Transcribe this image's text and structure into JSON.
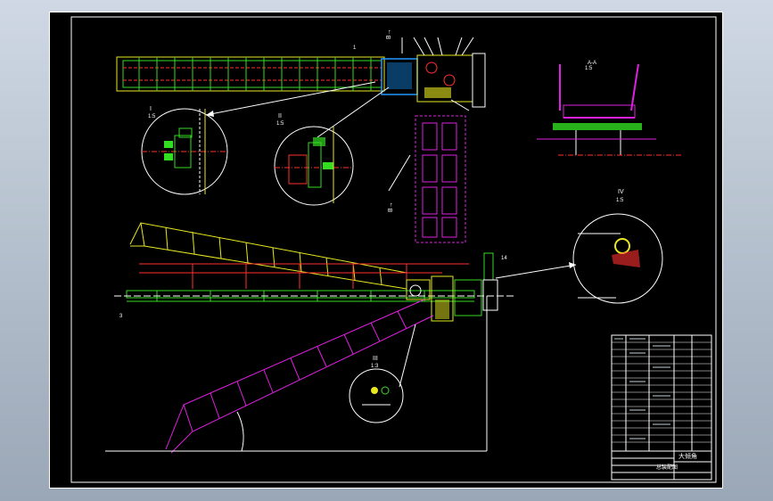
{
  "labels": {
    "dir_top": "B→",
    "section_aa": "A-A",
    "detail_i": "I",
    "detail_i_scale": "1:5",
    "detail_ii": "II",
    "detail_ii_scale": "1:5",
    "detail_iii": "III",
    "detail_iii_scale": "1:3",
    "detail_iv": "IV",
    "detail_iv_scale": "1:5",
    "section_scale": "1:5",
    "dir_mid": "B→",
    "callout_1": "1",
    "callout_14": "14",
    "callout_3": "3"
  },
  "title_block": {
    "drawing_title": "大倾角",
    "drawing_subtitle": "总装配图"
  },
  "colors": {
    "background": "#000000",
    "frame": "#ffffff",
    "conveyor_green": "#33dd22",
    "conveyor_yellow": "#e8e822",
    "conveyor_magenta": "#e020e0",
    "structure_red": "#ff3030",
    "detail_white": "#ffffff"
  }
}
